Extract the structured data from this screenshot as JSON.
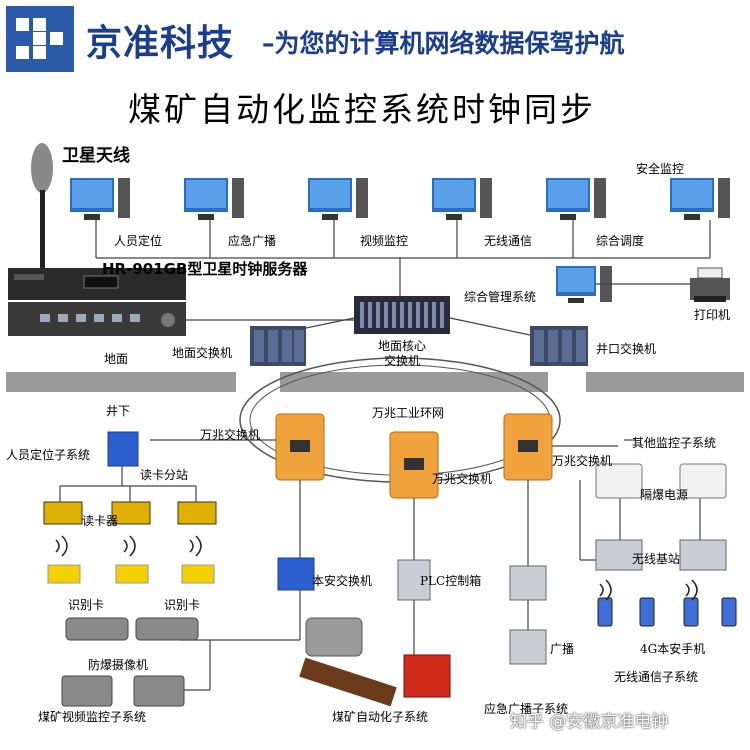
{
  "header": {
    "brand": "京准科技",
    "slogan": "–为您的计算机网络数据保驾护航",
    "title": "煤矿自动化监控系统时钟同步"
  },
  "antenna": {
    "label": "卫星天线"
  },
  "server": {
    "label": "HR-901GB型卫星时钟服务器"
  },
  "top_row": {
    "safety_label": "安全监控",
    "pcs": [
      "人员定位",
      "应急广播",
      "视频监控",
      "无线通信",
      "综合调度"
    ]
  },
  "management": {
    "label": "综合管理系统",
    "printer": "打印机"
  },
  "core_switch": {
    "line1": "地面核心",
    "line2": "交换机"
  },
  "ground": {
    "label": "地面",
    "ground_switch": "地面交换机",
    "shaft_switch": "井口交换机"
  },
  "underground": {
    "label": "井下",
    "ring_label": "万兆工业环网",
    "switch_left": "万兆交换机",
    "switch_mid": "万兆交换机",
    "switch_right": "万兆交换机"
  },
  "personnel": {
    "system": "人员定位子系统",
    "station": "读卡分站",
    "reader": "读卡器",
    "card1": "识别卡",
    "card2": "识别卡"
  },
  "video": {
    "camera": "防爆摄像机",
    "system": "煤矿视频监控子系统"
  },
  "local": {
    "safe_switch": "本安交换机",
    "plc": "PLC控制箱",
    "auto_system": "煤矿自动化子系统"
  },
  "broadcast": {
    "label": "广播",
    "system": "应急广播子系统"
  },
  "wireless": {
    "other": "其他监控子系统",
    "power": "隔爆电源",
    "base": "无线基站",
    "phone": "4G本安手机",
    "system": "无线通信子系统"
  },
  "watermark": "知乎 @安徽京准电钟",
  "colors": {
    "brand": "#1a3d8f",
    "switch_orange": "#f0a23c",
    "station_blue": "#2c5fd0",
    "cable": "#444444"
  }
}
